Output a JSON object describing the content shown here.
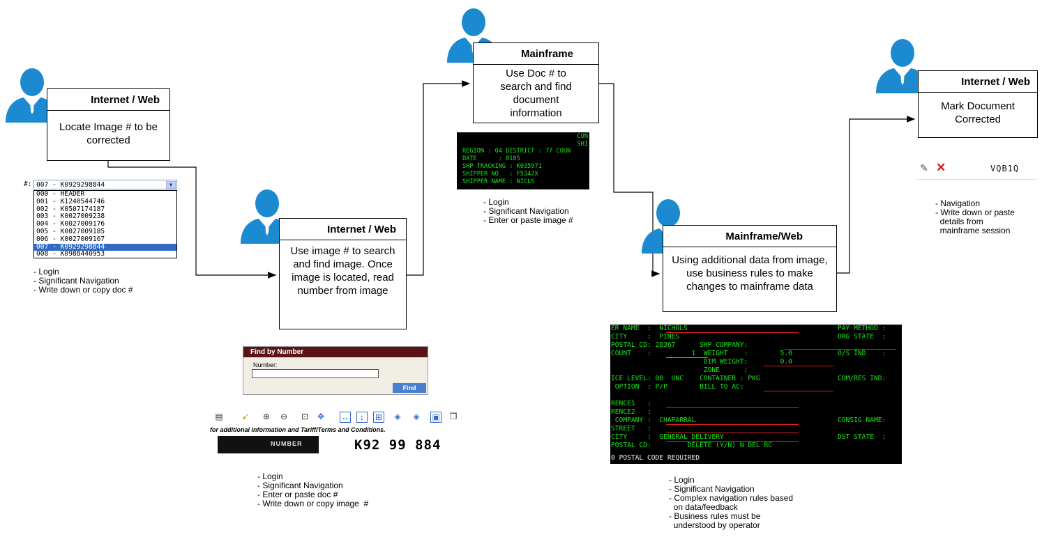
{
  "steps": [
    {
      "header": "Internet / Web",
      "body": "Locate Image # to be corrected",
      "notes": "- Login\n- Significant Navigation\n- Write down or copy doc #"
    },
    {
      "header": "Internet / Web",
      "body": "Use image # to search and find image.  Once image is located, read number from image",
      "notes": "- Login\n- Significant Navigation\n- Enter or paste doc #\n- Write down or copy image  #"
    },
    {
      "header": "Mainframe",
      "body": "Use Doc # to search and find document information",
      "notes": "- Login\n- Significant Navigation\n- Enter or paste image #"
    },
    {
      "header": "Mainframe/Web",
      "body": "Using additional data from image, use business rules to make changes to mainframe data",
      "notes": "- Login\n- Significant Navigation\n- Complex navigation rules based\n  on data/feedback\n- Business rules must be\n  understood by operator"
    },
    {
      "header": "Internet / Web",
      "body": "Mark Document Corrected",
      "notes": "- Navigation\n- Write down or paste\n  details from\n  mainframe session"
    }
  ],
  "dropdown": {
    "label": "#:",
    "selected": "007 - K0929298844",
    "options": [
      "000 - HEADER",
      "001 - K1240544746",
      "002 - K0507174187",
      "003 - K0027009238",
      "004 - K0027009176",
      "005 - K0027009185",
      "006 - K0027009167",
      "007 - K0929298844",
      "008 - K0988440953"
    ],
    "highlight_index": 7
  },
  "find_panel": {
    "title": "Find by Number",
    "label": "Number:",
    "button": "Find"
  },
  "scan_image": {
    "text": "for additional information and Tariff/Terms and Conditions.",
    "band_label": "NUMBER",
    "number": "K92 99 884"
  },
  "mainframe_small": [
    {
      "text": "CON",
      "color": "green"
    },
    {
      "text": "SHI",
      "color": "green"
    },
    {
      "text": "REGION : 04 DISTRICT : 77 COUN",
      "color": "green"
    },
    {
      "text": "DATE      : 0105",
      "color": "green"
    },
    {
      "text": "SHP TRACKING : K035971",
      "color": "green"
    },
    {
      "text": "SHIPPER NO   : F5342X",
      "color": "green"
    },
    {
      "text": "SHIPPER NAME : NICLS",
      "color": "green"
    }
  ],
  "mainframe_large": {
    "lines": [
      {
        "left": "ER NAME  :  NICHOLS",
        "right": "PAY METHOD :"
      },
      {
        "left": "CITY     :  PINES",
        "right": "ORG STATE  :"
      },
      {
        "left": "POSTAL CD: 28367      SHP COMPANY:",
        "right": ""
      },
      {
        "left": "COUNT    :          1  WEIGHT    :        5.0",
        "right": "O/S IND    :"
      },
      {
        "left": "                       DIM WEIGHT:        0.0",
        "right": ""
      },
      {
        "left": "                       ZONE      :",
        "right": ""
      },
      {
        "left": "ICE LEVEL: 00  UNC    CONTAINER : PKG",
        "right": "COM/RES IND:"
      },
      {
        "left": " OPTION  : P/P        BILL TO AC:",
        "right": ""
      },
      {
        "left": "",
        "right": ""
      },
      {
        "left": "RENCE1   :",
        "right": ""
      },
      {
        "left": "RENCE2   :",
        "right": ""
      },
      {
        "left": " COMPANY :  CHAPARRAL",
        "right": "CONSIG NAME:"
      },
      {
        "left": "STREET   :",
        "right": ""
      },
      {
        "left": "CITY     :  GENERAL DELIVERY",
        "right": "DST STATE  :"
      },
      {
        "left": "POSTAL CD:         DELETE (Y/N) N DEL RC",
        "right": ""
      },
      {
        "left": "0 POSTAL CODE REQUIRED",
        "right": ""
      }
    ]
  },
  "icon_strip": {
    "code": "VQB1Q"
  },
  "colors": {
    "person": "#1b8ad1",
    "term_green": "#19e619",
    "term_red": "#e02020"
  }
}
